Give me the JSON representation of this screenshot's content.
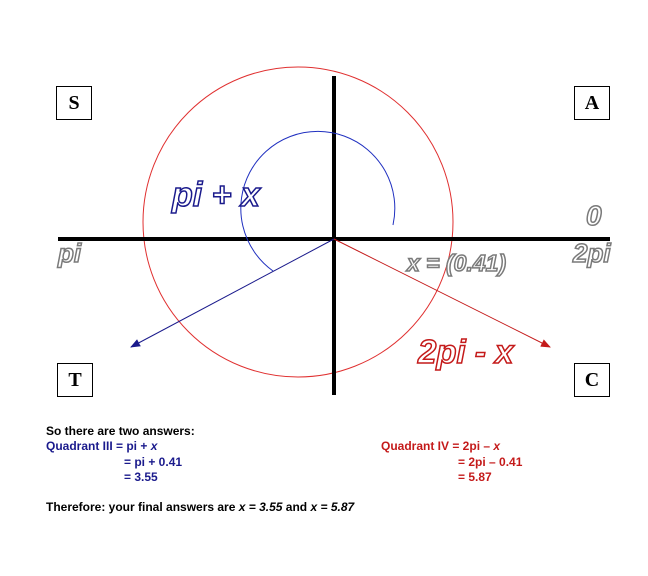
{
  "quadrants": {
    "s": "S",
    "a": "A",
    "t": "T",
    "c": "C"
  },
  "annotations": {
    "pi_plus_x": "pi + x",
    "zero": "0",
    "pi": "pi",
    "two_pi": "2pi",
    "x_value": "x = (0.41)",
    "two_pi_minus_x": "2pi - x"
  },
  "text": {
    "intro": "So there are two answers:",
    "q3": {
      "label": "Quadrant III = pi + ",
      "var": "x",
      "line2": "= pi + 0.41",
      "line3": "= 3.55"
    },
    "q4": {
      "label": "Quadrant IV = 2pi – ",
      "var": "x",
      "line2": "= 2pi – 0.41",
      "line3": "= 5.87"
    },
    "final": {
      "prefix": "Therefore: your final answers are ",
      "x1_var": "x",
      "x1_val": " = 3.55",
      "mid": " and ",
      "x2_var": "x",
      "x2_val": " = 5.87"
    }
  },
  "colors": {
    "blue": "#1a1a8c",
    "red": "#c41a1a",
    "axis": "#000000",
    "outline": "#7a7a7a"
  }
}
